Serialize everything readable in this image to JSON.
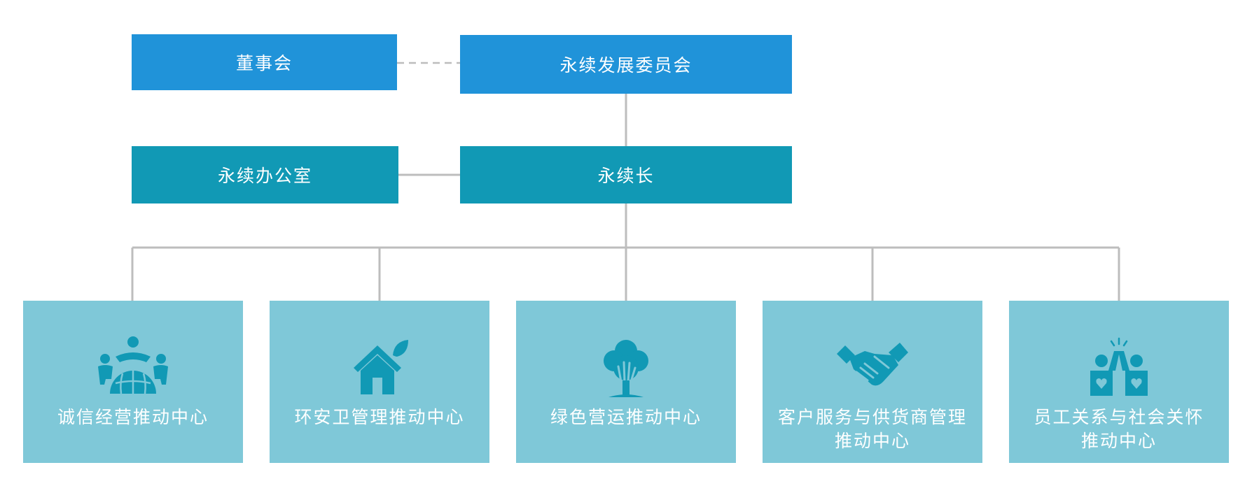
{
  "board": {
    "label": "董事会"
  },
  "committee": {
    "label": "永续发展委员会"
  },
  "office": {
    "label": "永续办公室"
  },
  "cso": {
    "label": "永续长"
  },
  "centers": [
    {
      "line1": "诚信经营推动中心",
      "line2": "",
      "icon": "people-globe-icon"
    },
    {
      "line1": "环安卫管理推动中心",
      "line2": "",
      "icon": "eco-house-icon"
    },
    {
      "line1": "绿色营运推动中心",
      "line2": "",
      "icon": "tree-hand-icon"
    },
    {
      "line1": "客户服务与供货商管理",
      "line2": "推动中心",
      "icon": "handshake-icon"
    },
    {
      "line1": "员工关系与社会关怀",
      "line2": "推动中心",
      "icon": "high-five-icon"
    }
  ],
  "colors": {
    "top_box": "#2093d9",
    "mid_box": "#1199b5",
    "center_box": "#7fc8d8",
    "icon": "#1199b5",
    "connector": "#bdbdbd"
  }
}
